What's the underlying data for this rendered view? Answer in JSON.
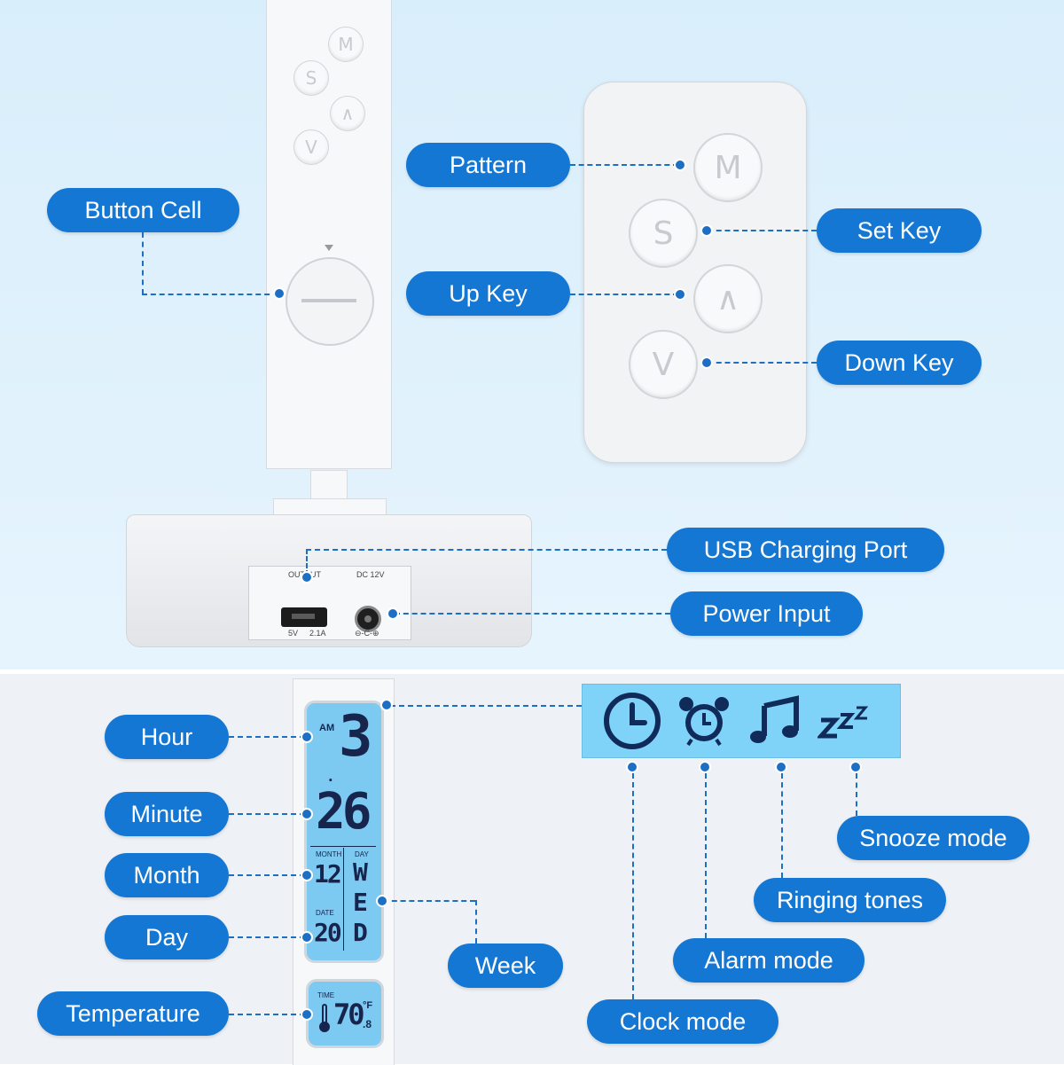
{
  "labels": {
    "button_cell": "Button Cell",
    "pattern": "Pattern",
    "set_key": "Set Key",
    "up_key": "Up Key",
    "down_key": "Down Key",
    "usb_charging_port": "USB Charging Port",
    "power_input": "Power Input",
    "hour": "Hour",
    "minute": "Minute",
    "month": "Month",
    "day": "Day",
    "temperature": "Temperature",
    "week": "Week",
    "clock_mode": "Clock mode",
    "alarm_mode": "Alarm mode",
    "ringing_tones": "Ringing tones",
    "snooze_mode": "Snooze mode"
  },
  "keys": {
    "m": "M",
    "s": "S",
    "up": "∧",
    "down": "V"
  },
  "ports": {
    "output": "OUTPUT",
    "dc": "DC 12V",
    "v5": "5V",
    "a21": "2.1A",
    "polarity": "⊖-C-⊕"
  },
  "lcd": {
    "am": "AM",
    "hour_digit": "3",
    "minute_digits": "26",
    "month_label": "MONTH",
    "day_label": "DAY",
    "month_value": "12",
    "date_label": "DATE",
    "date_value": "20",
    "week_value": [
      "W",
      "E",
      "D"
    ],
    "time_label": "TIME",
    "temp_value": "70",
    "temp_unit": "°F",
    "temp_decimal": ".8"
  },
  "icons": {
    "clock": "clock-icon",
    "alarm": "alarm-clock-icon",
    "music": "music-note-icon",
    "snooze": "snooze-zzz-icon"
  },
  "colors": {
    "pill": "#1577d4",
    "lcd": "#7cc9f2",
    "mode_panel": "#7fd2f8",
    "top_bg": "#d9eefb"
  }
}
